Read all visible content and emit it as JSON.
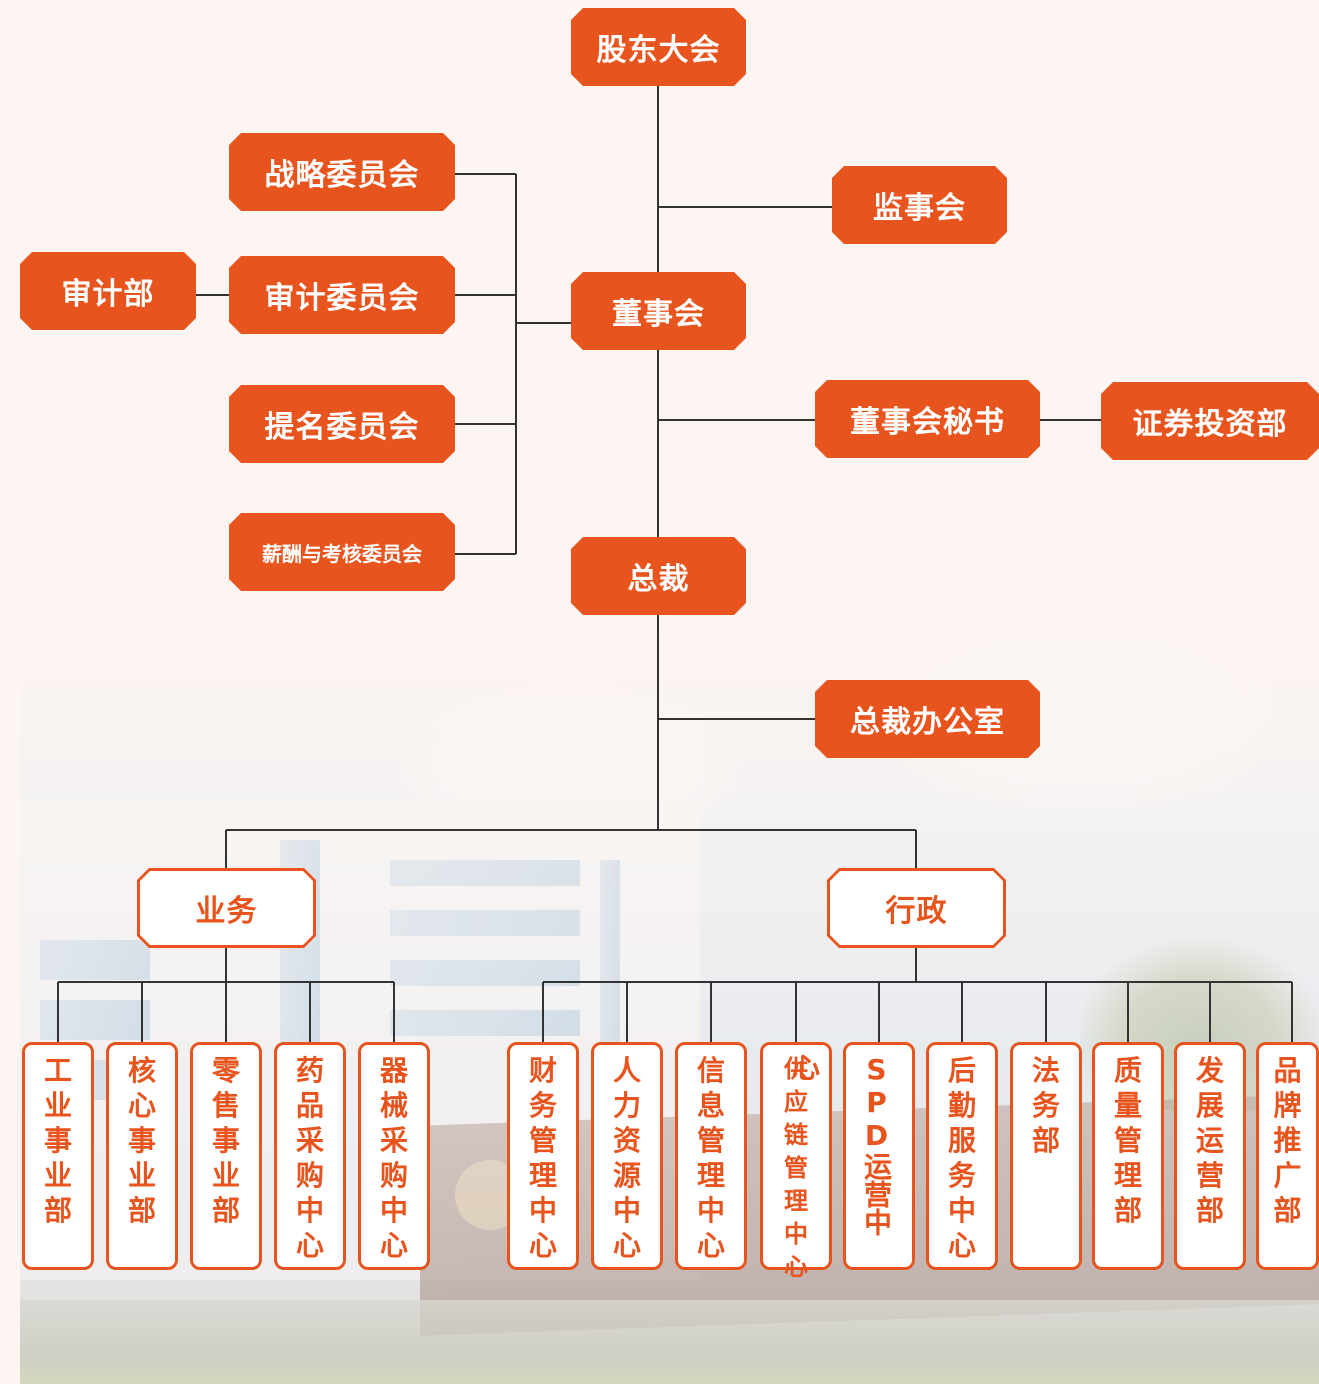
{
  "org_chart": {
    "shareholders": "股东大会",
    "supervisory_board": "监事会",
    "board": "董事会",
    "committees": {
      "strategy": "战略委员会",
      "audit": "审计委员会",
      "nomination": "提名委员会",
      "compensation": "薪酬与考核委员会"
    },
    "audit_dept": "审计部",
    "board_secretary": "董事会秘书",
    "securities_dept": "证券投资部",
    "president": "总裁",
    "president_office": "总裁办公室",
    "business": {
      "label": "业务",
      "units": [
        "工业事业部",
        "核心事业部",
        "零售事业部",
        "药品采购中心",
        "器械采购中心"
      ]
    },
    "administration": {
      "label": "行政",
      "units": [
        "财务管理中心",
        "人力资源中心",
        "信息管理中心",
        "供应链管理中心",
        "SPD运营中心",
        "后勤服务中心",
        "法务部",
        "质量管理部",
        "发展运营部",
        "品牌推广部"
      ]
    }
  },
  "colors": {
    "accent": "#e8541e",
    "line": "#333333",
    "box_text": "#ffffff",
    "outline_fill": "#ffffff"
  }
}
